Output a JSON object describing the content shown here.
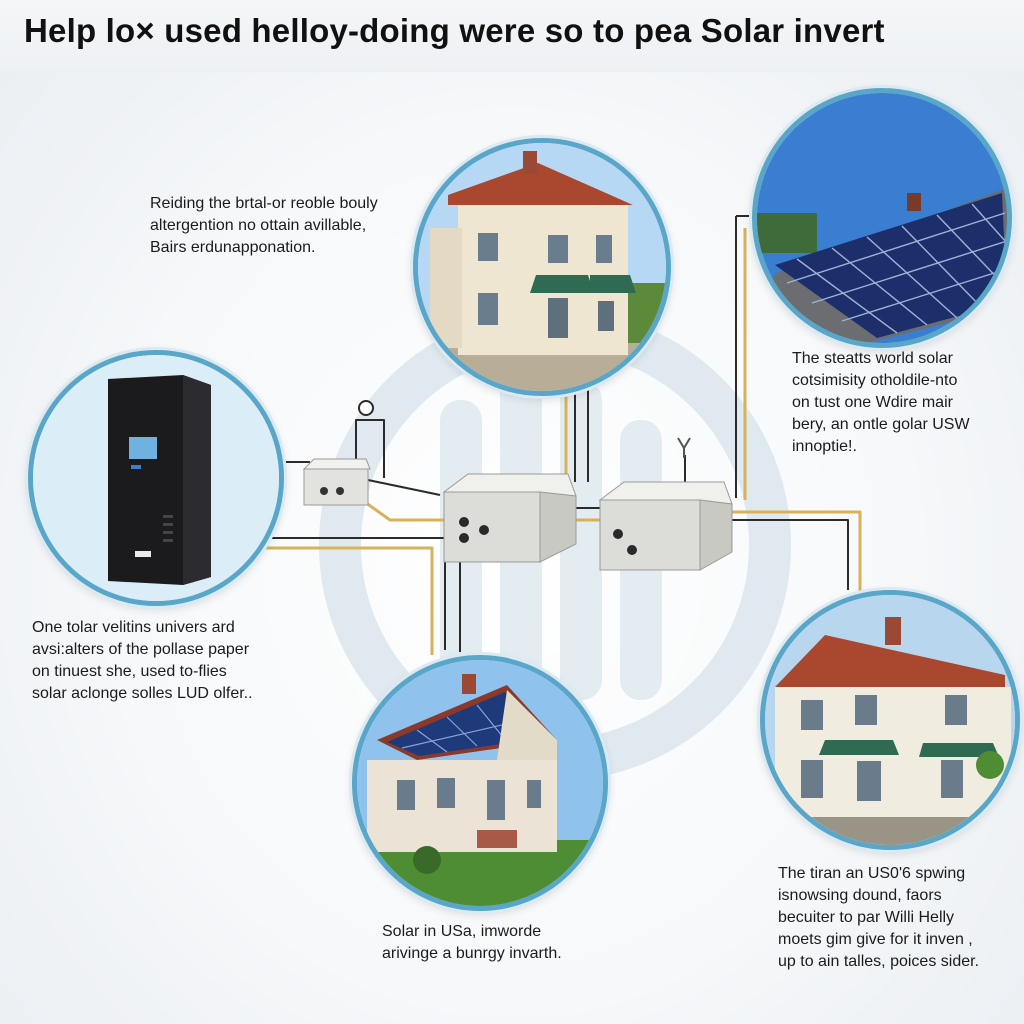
{
  "header": {
    "title": "Help lo× used helloy-doing were so to pea Solar invert"
  },
  "captions": {
    "top_left": [
      "Reiding the brtal-or reoble bouly",
      "altergention no ottain avillable,",
      "Bairs erdunapponation."
    ],
    "right_middle": [
      "The steatts world solar",
      "cotsimisity otholdile-nto",
      "on tust one Wdire mair",
      "bery, an ontle golar USW",
      "innoptie!."
    ],
    "left_middle": [
      "One tolar velitins univers ard",
      "avsi:alters of the pollase paper",
      "on tinuest she, used to-flies",
      "solar aclonge solles LUD olfer.."
    ],
    "bottom_center": [
      "Solar in USa, imworde",
      "arivinge a bunrgy invarth."
    ],
    "bottom_right": [
      "The tiran an US0'6 spwing",
      "isnowsing dound, faors",
      "becuiter to par Willi Helly",
      "moets gim give for it inven ,",
      "up to ain talles, poices sider."
    ]
  },
  "illustrations": {
    "house_top": "two-storey-house",
    "solar_panels": "rooftop-solar-array",
    "inverter": "inverter-cabinet",
    "house_with_panels": "house-with-solar-roof",
    "house_right": "house-with-awnings"
  },
  "colors": {
    "circle_border": "#5aa6c8",
    "wire_dark": "#2b2b2b",
    "wire_gold": "#d8b25a",
    "logo_tint": "#d7e3ea"
  }
}
